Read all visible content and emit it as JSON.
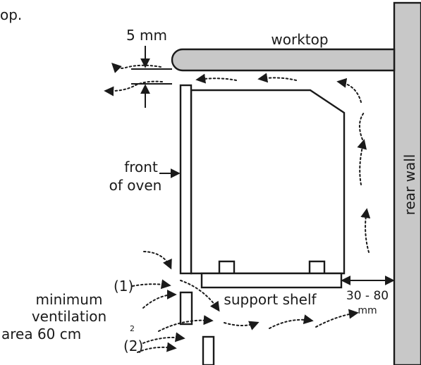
{
  "caption_fragment": "op.",
  "dimensions": {
    "gap_label": "5 mm",
    "clearance_value": "30 - 80",
    "clearance_unit": "mm"
  },
  "labels": {
    "worktop": "worktop",
    "rear_wall": "rear wall",
    "front_of_oven_line1": "front",
    "front_of_oven_line2": "of oven",
    "support_shelf": "support shelf",
    "minimum_ventilation_line1": "minimum",
    "minimum_ventilation_line2": "ventilation",
    "minimum_ventilation_line3": "area 60 cm",
    "minimum_ventilation_superscript": "2",
    "callout_1": "(1)",
    "callout_2": "(2)"
  },
  "colors": {
    "wall_fill": "#c8c8c8",
    "line": "#1a1a1a",
    "background": "#ffffff"
  }
}
